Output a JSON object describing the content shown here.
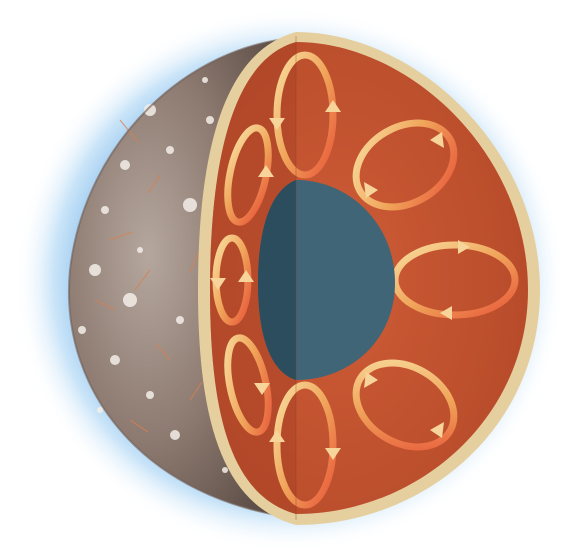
{
  "diagram": {
    "subject": "planet-cutaway",
    "parts": [
      {
        "id": "atmosphere-halo",
        "color": "#a9d2f2"
      },
      {
        "id": "cratered-surface",
        "color": "#9a8a80"
      },
      {
        "id": "crust-rim",
        "color": "#e6cf9f"
      },
      {
        "id": "mantle",
        "color": "#c2512f"
      },
      {
        "id": "core",
        "color": "#3f6577"
      },
      {
        "id": "convection-cells",
        "count": 8,
        "color": "#f3c27e",
        "arrow_color": "#f7d49a"
      }
    ]
  }
}
